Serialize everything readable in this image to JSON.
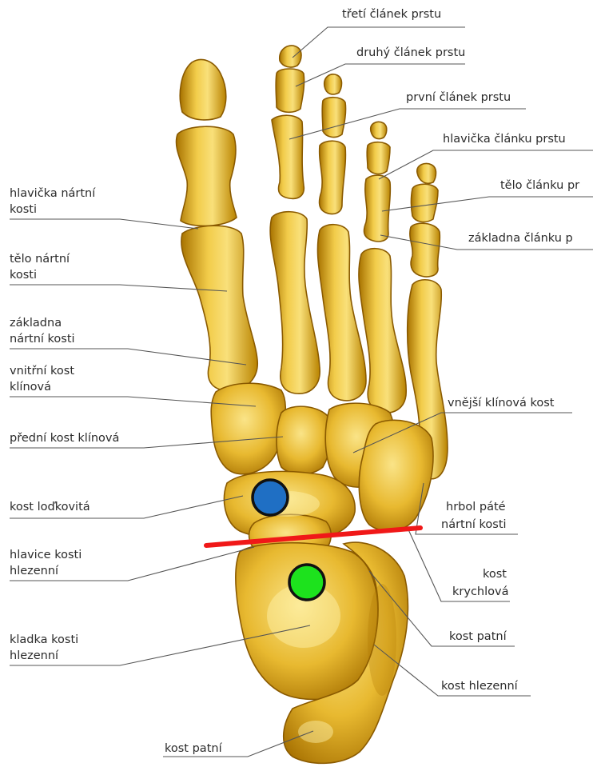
{
  "labels": {
    "treti_clanek": "třetí článek prstu",
    "druhy_clanek": "druhý článek prstu",
    "prvni_clanek": "první článek prstu",
    "hlavicka_clanku": "hlavička článku prstu",
    "telo_clanku": "tělo článku pr",
    "zakladna_clanku": "základna článku p",
    "hlavicka_nartni_1": "hlavička nártní",
    "hlavicka_nartni_2": "kosti",
    "telo_nartni_1": "tělo nártní",
    "telo_nartni_2": "kosti",
    "zakladna_nartni_1": "základna",
    "zakladna_nartni_2": "nártní kosti",
    "vnitrni_klinova_1": "vnitřní kost",
    "vnitrni_klinova_2": "klínová",
    "predni_klinova": "přední kost klínová",
    "lodkovita": "kost loďkovitá",
    "hlavice_1": "hlavice kosti",
    "hlavice_2": "hlezenní",
    "kladka_1": "kladka kosti",
    "kladka_2": "hlezenní",
    "patni_bottom": "kost patní",
    "vnejsi_klinova": "vnější klínová kost",
    "hrbol_1": "hrbol páté",
    "hrbol_2": "nártní kosti",
    "krychlova_1": "kost",
    "krychlova_2": "krychlová",
    "patni_right": "kost patní",
    "hlezenni_right": "kost hlezenní"
  },
  "markers": {
    "blue": "#1f6fc4",
    "green": "#1de21d",
    "red_line": "#f01818"
  },
  "colors": {
    "bone_light": "#f6d55a",
    "bone_mid": "#e2b12c",
    "bone_dark": "#a87300"
  }
}
